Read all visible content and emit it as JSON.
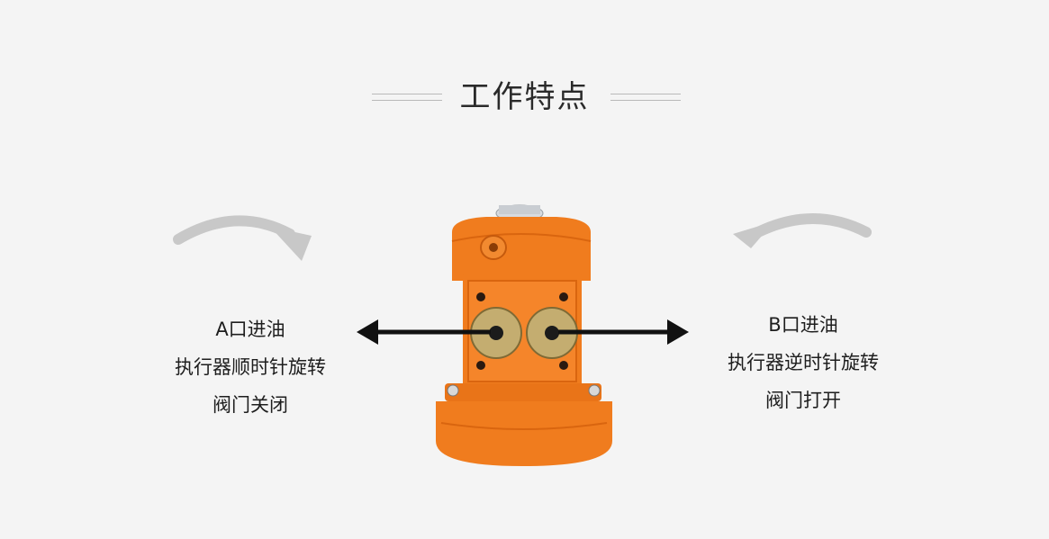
{
  "title": "工作特点",
  "left_panel": {
    "line1": "A口进油",
    "line2": "执行器顺时针旋转",
    "line3": "阀门关闭"
  },
  "right_panel": {
    "line1": "B口进油",
    "line2": "执行器逆时针旋转",
    "line3": "阀门打开"
  },
  "colors": {
    "background": "#f4f4f4",
    "actuator_orange": "#f07c1e",
    "curved_arrow_gray": "#c7c7c7",
    "pointer_black": "#111111"
  },
  "icons": {
    "left_curved": "clockwise-arrow-icon",
    "right_curved": "counterclockwise-arrow-icon",
    "left_pointer": "arrow-left-icon",
    "right_pointer": "arrow-right-icon"
  }
}
